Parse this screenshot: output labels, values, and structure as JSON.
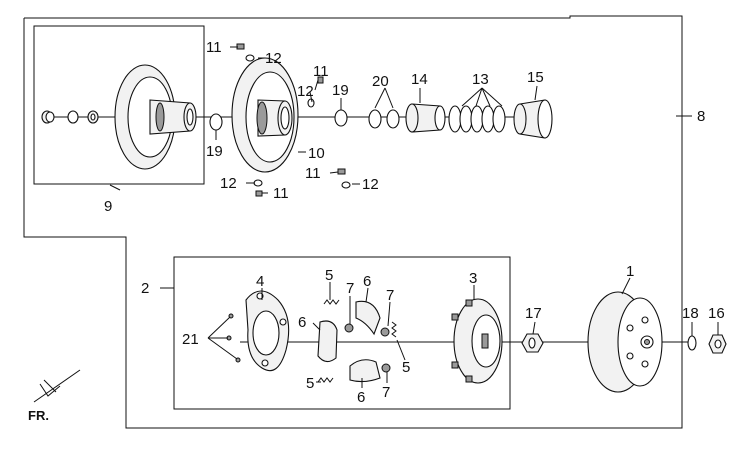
{
  "diagram": {
    "callouts": {
      "c1": "1",
      "c2": "2",
      "c3": "3",
      "c4": "4",
      "c5a": "5",
      "c5b": "5",
      "c5c": "5",
      "c6a": "6",
      "c6b": "6",
      "c6c": "6",
      "c7a": "7",
      "c7b": "7",
      "c7c": "7",
      "c8": "8",
      "c9": "9",
      "c10": "10",
      "c11a": "11",
      "c11b": "11",
      "c11c": "11",
      "c11d": "11",
      "c12a": "12",
      "c12b": "12",
      "c12c": "12",
      "c12d": "12",
      "c13": "13",
      "c14": "14",
      "c15": "15",
      "c16": "16",
      "c17": "17",
      "c18": "18",
      "c19a": "19",
      "c19b": "19",
      "c20": "20",
      "c21": "21"
    },
    "direction_label": "FR."
  }
}
